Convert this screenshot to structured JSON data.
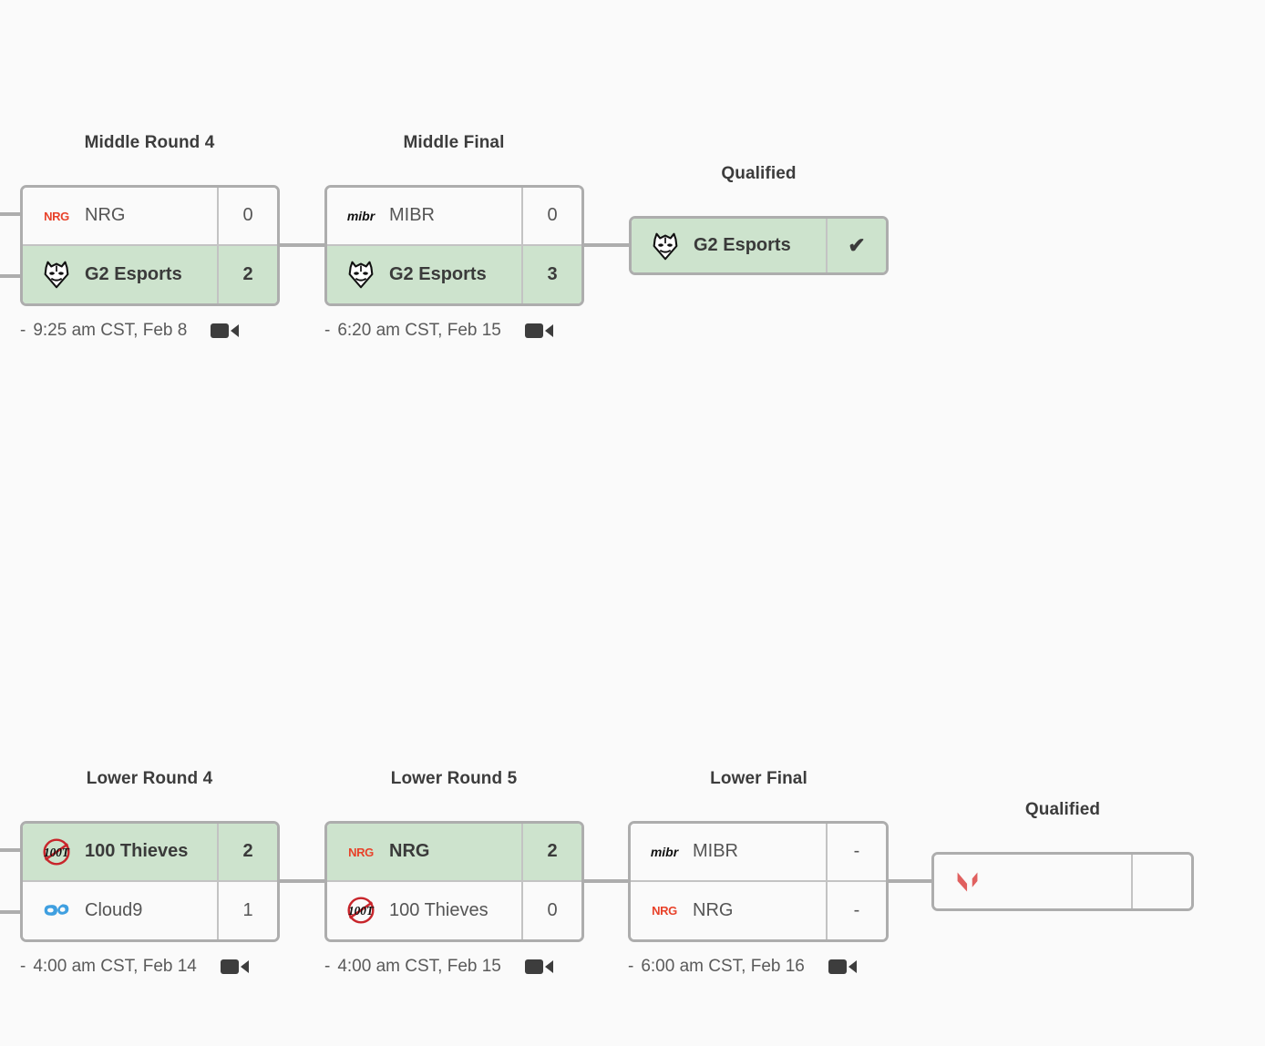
{
  "page": {
    "background": "#fafafa",
    "winner_highlight": "#cde3cd",
    "border_color": "#adadad"
  },
  "upper_section": {
    "rounds": [
      {
        "id": "middle-round-4",
        "label": "Middle Round 4"
      },
      {
        "id": "middle-final",
        "label": "Middle Final"
      },
      {
        "id": "qualified-upper",
        "label": "Qualified"
      }
    ],
    "matches": [
      {
        "id": "middle-round-4-match",
        "rows": [
          {
            "team": "NRG",
            "logo": "nrg-logo",
            "score": "0",
            "winner": false
          },
          {
            "team": "G2 Esports",
            "logo": "g2-logo",
            "score": "2",
            "winner": true
          }
        ],
        "meta": {
          "dash": "-",
          "time": "9:25 am CST, Feb 8",
          "stream_icon": "video-camera-icon"
        }
      },
      {
        "id": "middle-final-match",
        "rows": [
          {
            "team": "MIBR",
            "logo": "mibr-logo",
            "score": "0",
            "winner": false
          },
          {
            "team": "G2 Esports",
            "logo": "g2-logo",
            "score": "3",
            "winner": true
          }
        ],
        "meta": {
          "dash": "-",
          "time": "6:20 am CST, Feb 15",
          "stream_icon": "video-camera-icon"
        }
      }
    ],
    "qualified": {
      "id": "qualified-upper-box",
      "team": "G2 Esports",
      "logo": "g2-logo",
      "mark": "✔",
      "winner": true
    }
  },
  "lower_section": {
    "rounds": [
      {
        "id": "lower-round-4",
        "label": "Lower Round 4"
      },
      {
        "id": "lower-round-5",
        "label": "Lower Round 5"
      },
      {
        "id": "lower-final",
        "label": "Lower Final"
      },
      {
        "id": "qualified-lower",
        "label": "Qualified"
      }
    ],
    "matches": [
      {
        "id": "lower-round-4-match",
        "rows": [
          {
            "team": "100 Thieves",
            "logo": "hundred-thieves-logo",
            "score": "2",
            "winner": true
          },
          {
            "team": "Cloud9",
            "logo": "cloud9-logo",
            "score": "1",
            "winner": false
          }
        ],
        "meta": {
          "dash": "-",
          "time": "4:00 am CST, Feb 14",
          "stream_icon": "video-camera-icon"
        }
      },
      {
        "id": "lower-round-5-match",
        "rows": [
          {
            "team": "NRG",
            "logo": "nrg-logo",
            "score": "2",
            "winner": true
          },
          {
            "team": "100 Thieves",
            "logo": "hundred-thieves-logo",
            "score": "0",
            "winner": false
          }
        ],
        "meta": {
          "dash": "-",
          "time": "4:00 am CST, Feb 15",
          "stream_icon": "video-camera-icon"
        }
      },
      {
        "id": "lower-final-match",
        "rows": [
          {
            "team": "MIBR",
            "logo": "mibr-logo",
            "score": "-",
            "winner": false
          },
          {
            "team": "NRG",
            "logo": "nrg-logo",
            "score": "-",
            "winner": false
          }
        ],
        "meta": {
          "dash": "-",
          "time": "6:00 am CST, Feb 16",
          "stream_icon": "video-camera-icon"
        }
      }
    ],
    "qualified": {
      "id": "qualified-lower-box",
      "team": "",
      "logo": "valorant-logo",
      "mark": "",
      "winner": false
    }
  }
}
